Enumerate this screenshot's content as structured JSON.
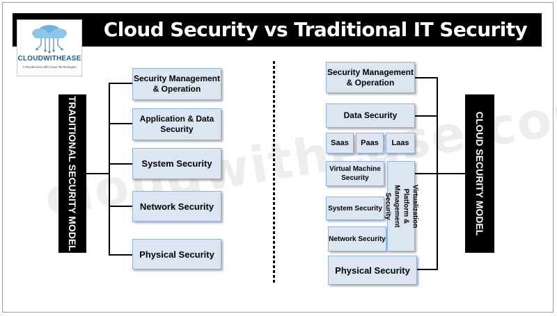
{
  "title": "Cloud Security vs Traditional IT Security",
  "logo": {
    "name": "CLOUDWITHEASE",
    "tagline": "A Rendezvous with Cloud Technologies",
    "icon": "cloud-circuit-icon"
  },
  "watermark": "cloudwithease.com",
  "traditional": {
    "label": "TRADITIONAL SECURITY MODEL",
    "boxes": [
      "Security Management & Operation",
      "Application & Data Security",
      "System Security",
      "Network Security",
      "Physical Security"
    ]
  },
  "cloud": {
    "label": "CLOUD SECURITY MODEL",
    "security_management": "Security Management & Operation",
    "data_security": "Data Security",
    "saas": "Saas",
    "paas": "Paas",
    "laas": "Laas",
    "virtual_machine_security": "Virtual Machine Security",
    "system_security": "System Security",
    "network_security": "Network Security",
    "virtualization_platform": "Virtualization Platform & Management Security",
    "physical_security": "Physical Security"
  },
  "colors": {
    "box_fill": "#dce6f2",
    "box_border": "#8eb4e3",
    "title_bar": "#000000",
    "logo_text": "#1e5c8f"
  }
}
